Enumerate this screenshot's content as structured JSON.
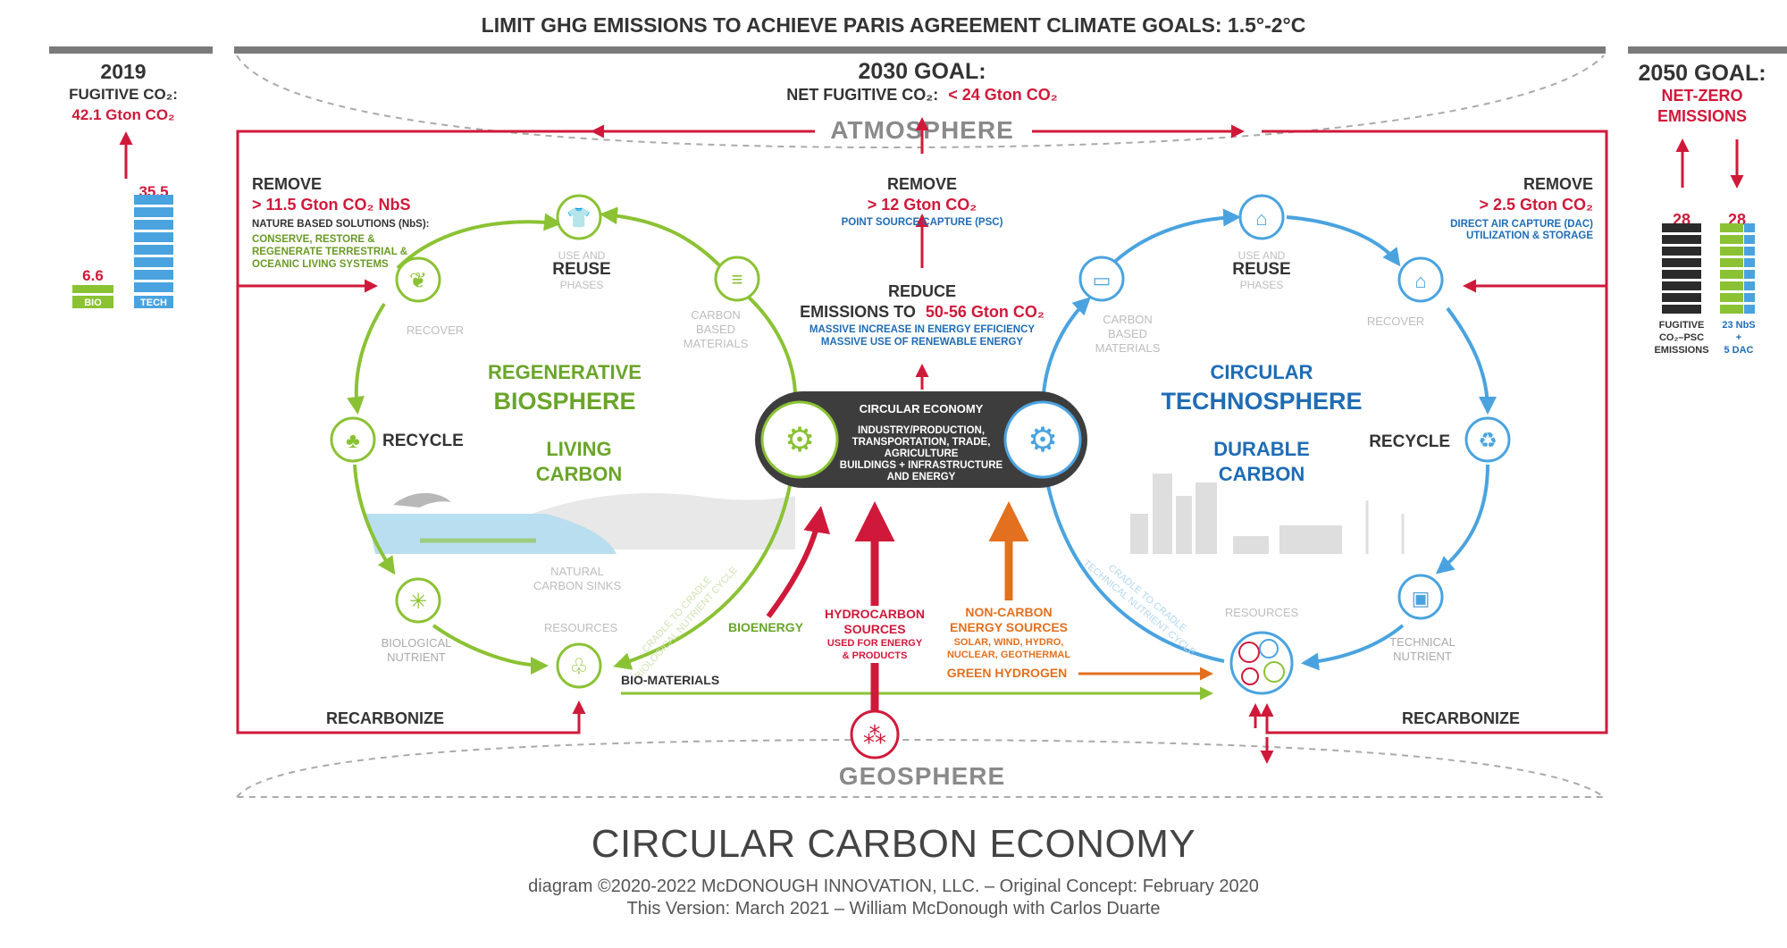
{
  "title": "LIMIT GHG EMISSIONS TO ACHIEVE PARIS AGREEMENT CLIMATE GOALS: 1.5°-2°C",
  "left_panel": {
    "year": "2019",
    "label": "FUGITIVE CO₂:",
    "value": "42.1 Gton CO₂",
    "bio_value": "6.6",
    "bio_label": "BIO",
    "tech_value": "35.5",
    "tech_label": "TECH"
  },
  "goal_2030": {
    "title": "2030 GOAL:",
    "label": "NET FUGITIVE CO₂:",
    "value": "< 24 Gton CO₂"
  },
  "goal_2050": {
    "title": "2050 GOAL:",
    "line1": "NET-ZERO",
    "line2": "EMISSIONS",
    "bar1_value": "28",
    "bar1_label": [
      "FUGITIVE",
      "CO₂–PSC",
      "EMISSIONS"
    ],
    "bar2_value": "28",
    "bar2_label": [
      "23 NbS",
      "+",
      "5 DAC"
    ]
  },
  "atmosphere": "ATMOSPHERE",
  "geosphere": "GEOSPHERE",
  "remove_nbs": {
    "heading": "REMOVE",
    "value": "> 11.5 Gton CO₂ NbS",
    "sub": "NATURE BASED SOLUTIONS (NbS):",
    "lines": [
      "CONSERVE, RESTORE &",
      "REGENERATE TERRESTRIAL &",
      "OCEANIC LIVING SYSTEMS"
    ]
  },
  "remove_psc": {
    "heading": "REMOVE",
    "value": "> 12 Gton CO₂",
    "sub": "POINT SOURCE CAPTURE (PSC)"
  },
  "remove_dac": {
    "heading": "REMOVE",
    "value": "> 2.5 Gton CO₂",
    "lines": [
      "DIRECT AIR  CAPTURE (DAC)",
      "UTILIZATION & STORAGE"
    ]
  },
  "reduce": {
    "heading": "REDUCE",
    "prefix": "EMISSIONS TO",
    "value": "50-56 Gton CO₂",
    "lines": [
      "MASSIVE INCREASE IN ENERGY EFFICIENCY",
      "MASSIVE USE OF RENEWABLE ENERGY"
    ]
  },
  "circular_economy": {
    "heading": "CIRCULAR ECONOMY",
    "lines": [
      "INDUSTRY/PRODUCTION,",
      "TRANSPORTATION, TRADE,",
      "AGRICULTURE",
      "BUILDINGS + INFRASTRUCTURE",
      "AND ENERGY"
    ]
  },
  "biosphere": {
    "line1": "REGENERATIVE",
    "line2": "BIOSPHERE",
    "line3": "LIVING",
    "line4": "CARBON",
    "use_reuse_top": "USE AND",
    "use_reuse_main": "REUSE",
    "use_reuse_bottom": "PHASES",
    "recover": "RECOVER",
    "recycle": "RECYCLE",
    "carbon_materials": [
      "CARBON",
      "BASED",
      "MATERIALS"
    ],
    "natural_sinks": [
      "NATURAL",
      "CARBON SINKS"
    ],
    "biological_nutrient": [
      "BIOLOGICAL",
      "NUTRIENT"
    ],
    "resources": "RESOURCES",
    "cycle_label": [
      "CRADLE TO CRADLE",
      "BIOLOGICAL NUTRIENT CYCLE"
    ],
    "bioenergy": "BIOENERGY",
    "bio_materials": "BIO-MATERIALS",
    "recarbonize": "RECARBONIZE"
  },
  "technosphere": {
    "line1": "CIRCULAR",
    "line2": "TECHNOSPHERE",
    "line3": "DURABLE",
    "line4": "CARBON",
    "use_reuse_top": "USE AND",
    "use_reuse_main": "REUSE",
    "use_reuse_bottom": "PHASES",
    "recover": "RECOVER",
    "recycle": "RECYCLE",
    "carbon_materials": [
      "CARBON",
      "BASED",
      "MATERIALS"
    ],
    "technical_nutrient": [
      "TECHNICAL",
      "NUTRIENT"
    ],
    "resources": "RESOURCES",
    "cycle_label": [
      "CRADLE TO CRADLE",
      "TECHNICAL NUTRIENT CYCLE"
    ],
    "recarbonize": "RECARBONIZE"
  },
  "hydrocarbon": {
    "line1": "HYDROCARBON",
    "line2": "SOURCES",
    "line3": "USED FOR ENERGY",
    "line4": "& PRODUCTS"
  },
  "noncarbon": {
    "line1": "NON-CARBON",
    "line2": "ENERGY SOURCES",
    "line3": "SOLAR, WIND, HYDRO,",
    "line4": "NUCLEAR, GEOTHERMAL",
    "green_hydrogen": "GREEN HYDROGEN"
  },
  "footer": {
    "title": "CIRCULAR CARBON ECONOMY",
    "credit1": "diagram ©2020-2022 McDONOUGH INNOVATION, LLC. –  Original Concept: February 2020",
    "credit2": "This Version: March 2021 – William McDonough with Carlos Duarte"
  },
  "colors": {
    "red": "#d0193a",
    "green": "#8bc234",
    "blue": "#4aa3df",
    "darkblue": "#1f6cb5",
    "orange": "#e3701e",
    "dark": "#3d3d3d",
    "grey": "#7a7a7a"
  }
}
